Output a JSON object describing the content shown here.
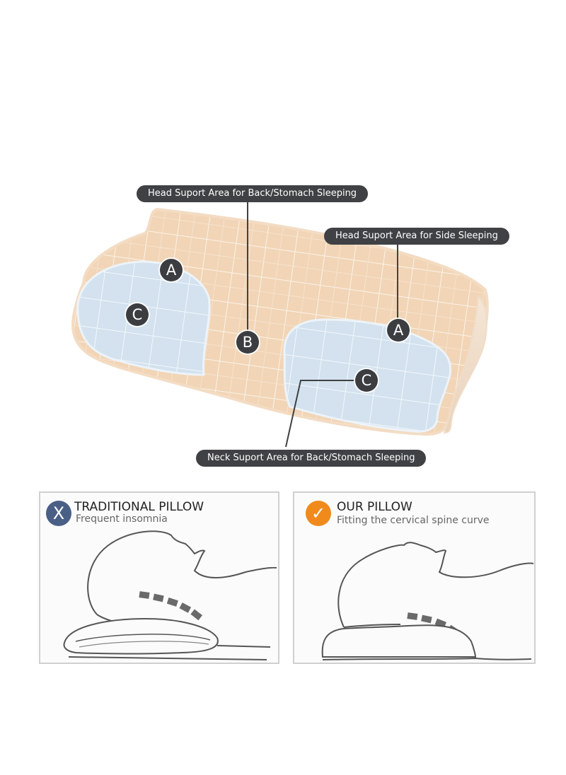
{
  "callouts": {
    "back_stomach_head": "Head Suport Area for Back/Stomach Sleeping",
    "side_head": "Head Suport Area for Side Sleeping",
    "back_stomach_neck": "Neck Suport Area for Back/Stomach Sleeping"
  },
  "zones": {
    "a_left": "A",
    "a_right": "A",
    "b_center": "B",
    "c_left": "C",
    "c_right": "C"
  },
  "comparison": {
    "traditional": {
      "badge": "X",
      "title": "TRADITIONAL PILLOW",
      "subtitle": "Frequent insomnia",
      "badge_color": "#4a5f86"
    },
    "ours": {
      "badge": "✓",
      "title": "OUR PILLOW",
      "subtitle": "Fitting the cervical spine curve",
      "badge_color": "#f08a1c"
    }
  },
  "colors": {
    "pillow_peach": "#f2d9bf",
    "pillow_blue": "#d6e4f0",
    "label_bg": "#3f4144"
  }
}
